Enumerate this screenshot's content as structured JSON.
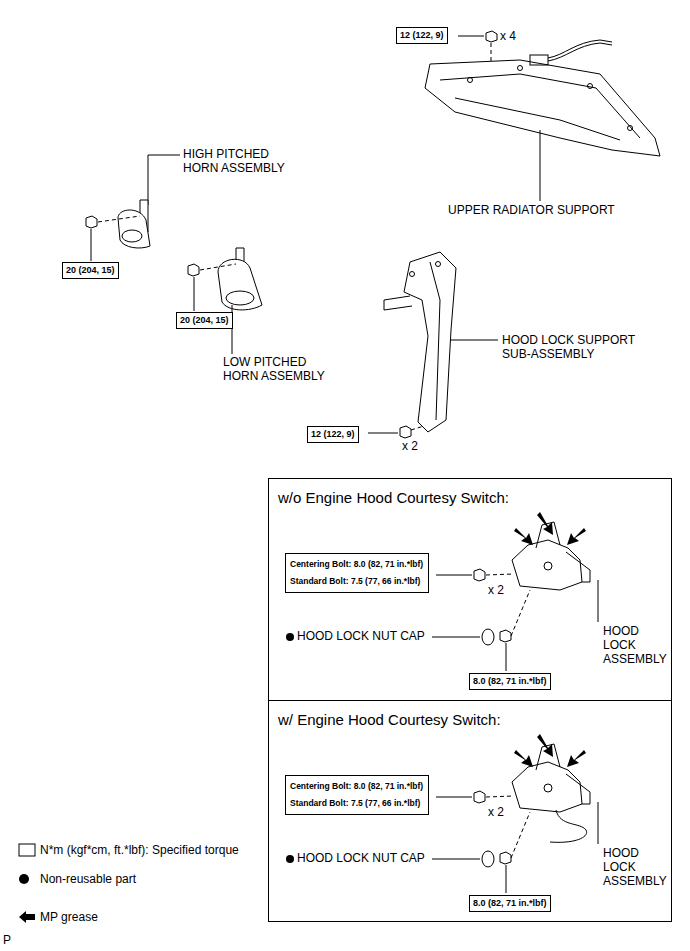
{
  "diagram": {
    "nodes": [
      {
        "text": [
          "12 (122, 9)"
        ]
      },
      {
        "text": [
          "20 (204, 15)"
        ]
      },
      {
        "text": [
          "20 (204, 15)"
        ]
      },
      {
        "text": [
          "12 (122, 9)"
        ]
      },
      {
        "text": [
          "w/o Engine Hood Courtesy Switch:"
        ]
      },
      {
        "text": [
          "Centering Bolt: 8.0 (82, 71 in.*lbf)",
          "Standard Bolt: 7.5 (77, 66 in.*lbf)"
        ],
        "in": 4
      },
      {
        "text": [
          "8.0 (82, 71 in.*lbf)"
        ],
        "in": 4
      },
      {
        "text": [
          "w/ Engine Hood Courtesy Switch:"
        ]
      },
      {
        "text": [
          "Centering Bolt: 8.0 (82, 71 in.*lbf)",
          "Standard Bolt: 7.5 (77, 66 in.*lbf)"
        ],
        "in": 7
      },
      {
        "text": [
          "8.0 (82, 71 in.*lbf)"
        ],
        "in": 7
      }
    ],
    "labels": [
      "x 4",
      "HIGH PITCHED HORN ASSEMBLY",
      "UPPER RADIATOR SUPPORT",
      "LOW PITCHED HORN ASSEMBLY",
      "HOOD LOCK SUPPORT SUB-ASSEMBLY",
      "x 2",
      "x 2",
      "HOOD LOCK NUT CAP",
      "HOOD LOCK ASSEMBLY",
      "x 2",
      "HOOD LOCK NUT CAP",
      "HOOD LOCK ASSEMBLY",
      "P"
    ],
    "legend": [
      {
        "text": "N*m (kgf*cm, ft.*lbf): Specified torque"
      },
      {
        "text": "Non-reusable part"
      },
      {
        "text": "MP grease"
      }
    ]
  }
}
